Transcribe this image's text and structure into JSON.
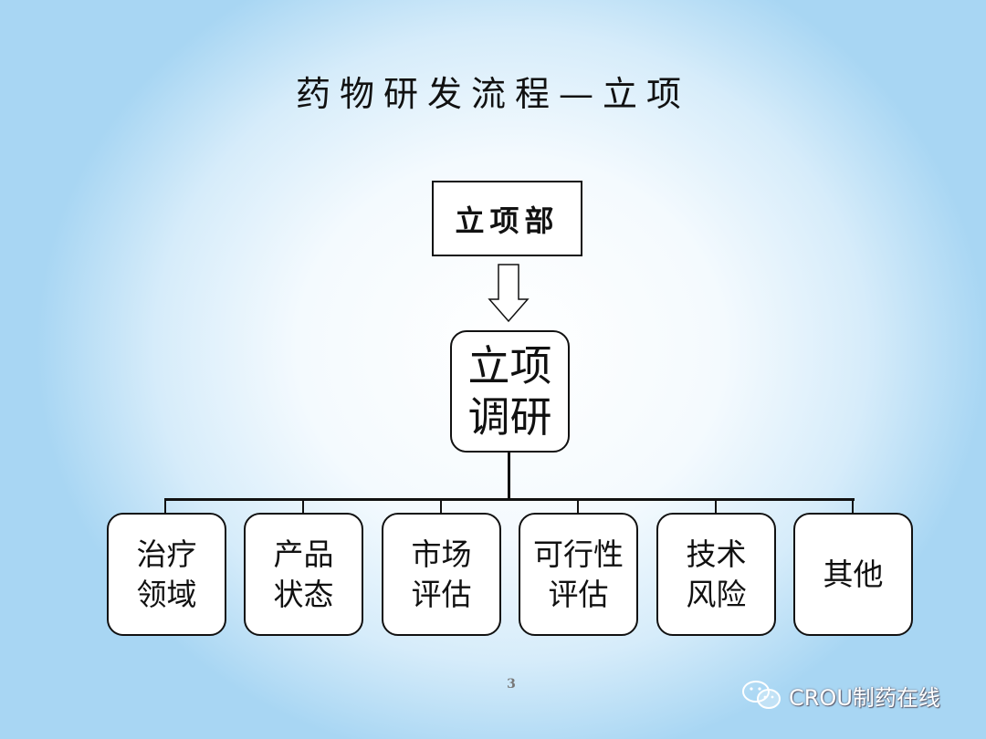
{
  "title": "药物研发流程—立项",
  "top_box": "立项部",
  "middle_box": {
    "line1": "立项",
    "line2": "调研"
  },
  "leaves": [
    {
      "line1": "治疗",
      "line2": "领域"
    },
    {
      "line1": "产品",
      "line2": "状态"
    },
    {
      "line1": "市场",
      "line2": "评估"
    },
    {
      "line1": "可行性",
      "line2": "评估"
    },
    {
      "line1": "技术",
      "line2": "风险"
    },
    {
      "line1": "其他",
      "line2": ""
    }
  ],
  "page_number": "3",
  "watermark": {
    "icon": "wechat-icon",
    "text": "CROU制药在线"
  }
}
